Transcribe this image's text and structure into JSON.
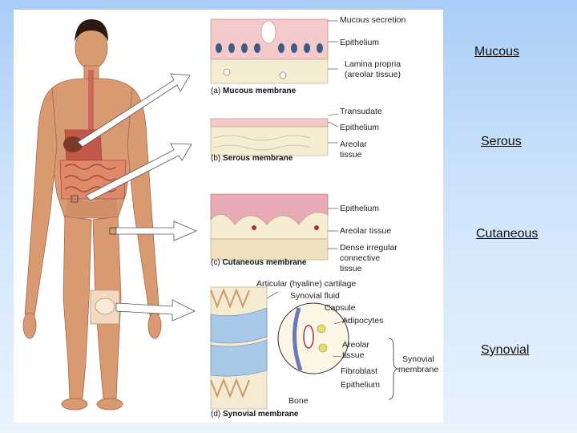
{
  "figure": {
    "panel_a": {
      "letter": "(a)",
      "title": "Mucous membrane",
      "labels": [
        "Mucous secretion",
        "Epithelium",
        "Lamina propria",
        "(areolar tissue)"
      ]
    },
    "panel_b": {
      "letter": "(b)",
      "title": "Serous membrane",
      "labels": [
        "Transudate",
        "Epithelium",
        "Areolar",
        "tissue"
      ]
    },
    "panel_c": {
      "letter": "(c)",
      "title": "Cutaneous membrane",
      "labels": [
        "Epithelium",
        "Areolar tissue",
        "Dense irregular",
        "connective",
        "tissue"
      ]
    },
    "panel_d": {
      "letter": "(d)",
      "title": "Synovial membrane",
      "labels": [
        "Articular (hyaline) cartilage",
        "Synovial fluid",
        "Capsule",
        "Adipocytes",
        "Areolar",
        "tissue",
        "Fibroblast",
        "Epithelium",
        "Synovial",
        "membrane",
        "Bone"
      ]
    }
  },
  "links": {
    "mucous": "Mucous",
    "serous": "Serous",
    "cutaneous": "Cutaneous",
    "synovial": "Synovial"
  },
  "colors": {
    "background_top": "#a9cdf7",
    "skin": "#d99a72",
    "epithelium": "#f3c9c9",
    "areolar": "#f6ecd2",
    "arrow": "#ffffff"
  }
}
